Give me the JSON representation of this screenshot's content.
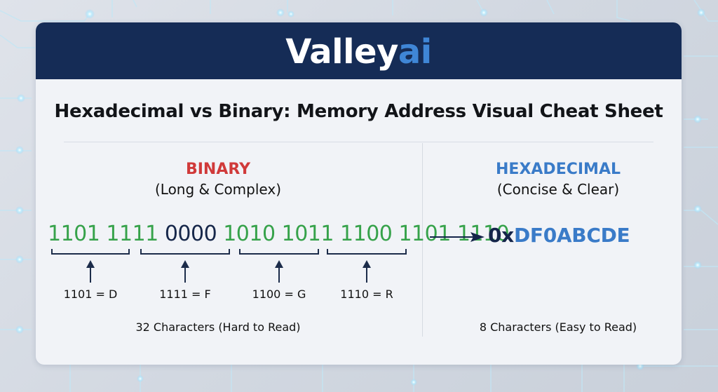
{
  "brand": {
    "name_main": "Valley",
    "name_accent": "ai"
  },
  "title": "Hexadecimal vs Binary: Memory Address Visual Cheat Sheet",
  "binary": {
    "heading": "BINARY",
    "subheading": "(Long & Complex)",
    "nibbles": [
      {
        "bits": "1101",
        "color": "green"
      },
      {
        "bits": "1111",
        "color": "green"
      },
      {
        "bits": "0000",
        "color": "dark"
      },
      {
        "bits": "1010",
        "color": "green"
      },
      {
        "bits": "1011",
        "color": "green"
      },
      {
        "bits": "1100",
        "color": "green"
      },
      {
        "bits": "1101",
        "color": "green"
      },
      {
        "bits": "1110",
        "color": "green"
      }
    ],
    "mappings": [
      "1101 = D",
      "1111 = F",
      "1100 = G",
      "1110 = R"
    ],
    "count_label": "32 Characters (Hard to Read)"
  },
  "hexadecimal": {
    "heading": "HEXADECIMAL",
    "subheading": "(Concise & Clear)",
    "value_prefix": "0x",
    "value_digits": "DF0ABCDE",
    "count_label": "8 Characters (Easy to Read)"
  },
  "colors": {
    "header_bg": "#152c56",
    "brand_accent": "#3f86d6",
    "binary_heading": "#d03a3a",
    "hex_heading": "#3a7bc8",
    "binary_green": "#36a24a",
    "binary_dark": "#16274a"
  },
  "icons": {
    "right_arrow": "arrow-right-icon",
    "up_arrow": "arrow-up-icon"
  }
}
